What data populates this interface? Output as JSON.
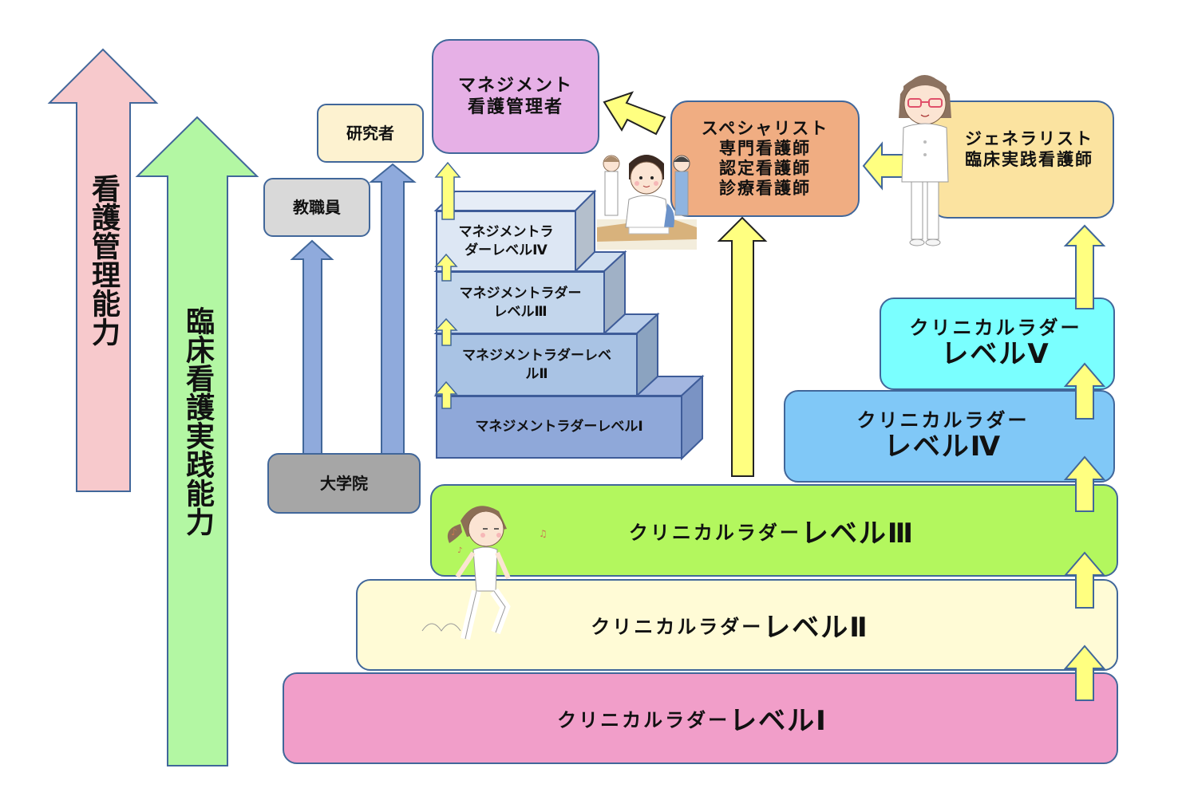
{
  "diagram": {
    "colors": {
      "management_arrow": "#f7c9cc",
      "clinical_arrow": "#b3f7a3",
      "manager_box": "#e6b0e6",
      "specialist_box": "#f0ad82",
      "generalist_box": "#fbe3a0",
      "researcher_box": "#fdf2d0",
      "faculty_box": "#d9d9d9",
      "graduate_box": "#a6a6a6",
      "path_arrow": "#8faadc",
      "progress_arrow": "#ffff80",
      "clinical_level_1": "#f19ec9",
      "clinical_level_2": "#fffbd6",
      "clinical_level_3": "#b3f75e",
      "clinical_level_4": "#80c8f7",
      "clinical_level_5": "#7affff",
      "mgmt_level_1": "#8fa8d9",
      "mgmt_level_2": "#a9c3e4",
      "mgmt_level_3": "#c3d6ec",
      "mgmt_level_4": "#dde7f4"
    },
    "axes": {
      "management_ability": "看護管理能力",
      "clinical_practice_ability": "臨床看護実践能力"
    },
    "academic": {
      "researcher": "研究者",
      "faculty": "教職員",
      "graduate_school": "大学院"
    },
    "roles": {
      "manager": {
        "line1": "マネジメント",
        "line2": "看護管理者"
      },
      "specialist": {
        "line1": "スペシャリスト",
        "line2": "専門看護師",
        "line3": "認定看護師",
        "line4": "診療看護師"
      },
      "generalist": {
        "line1": "ジェネラリスト",
        "line2": "臨床実践看護師"
      }
    },
    "management_ladder": [
      {
        "line1": "マネジメントラダーレベルⅠ",
        "line2": ""
      },
      {
        "line1": "マネジメントラダーレベ",
        "line2": "ルⅡ"
      },
      {
        "line1": "マネジメントラダー",
        "line2": "レベルⅢ"
      },
      {
        "line1": "マネジメントラ",
        "line2": "ダーレベルⅣ"
      }
    ],
    "clinical_ladder": [
      {
        "prefix": "クリニカルラダー",
        "level": "レベルⅠ"
      },
      {
        "prefix": "クリニカルラダー",
        "level": "レベルⅡ"
      },
      {
        "prefix": "クリニカルラダー",
        "level": "レベルⅢ"
      },
      {
        "prefix": "クリニカルラダー",
        "level": "レベルⅣ"
      },
      {
        "prefix": "クリニカルラダー",
        "level": "レベルⅤ"
      }
    ],
    "illustrations": {
      "nurse_jumping": "nurse-jumping-illustration",
      "nurse_desk": "nurse-at-desk-illustration",
      "nurse_glasses": "nurse-with-glasses-illustration"
    }
  }
}
